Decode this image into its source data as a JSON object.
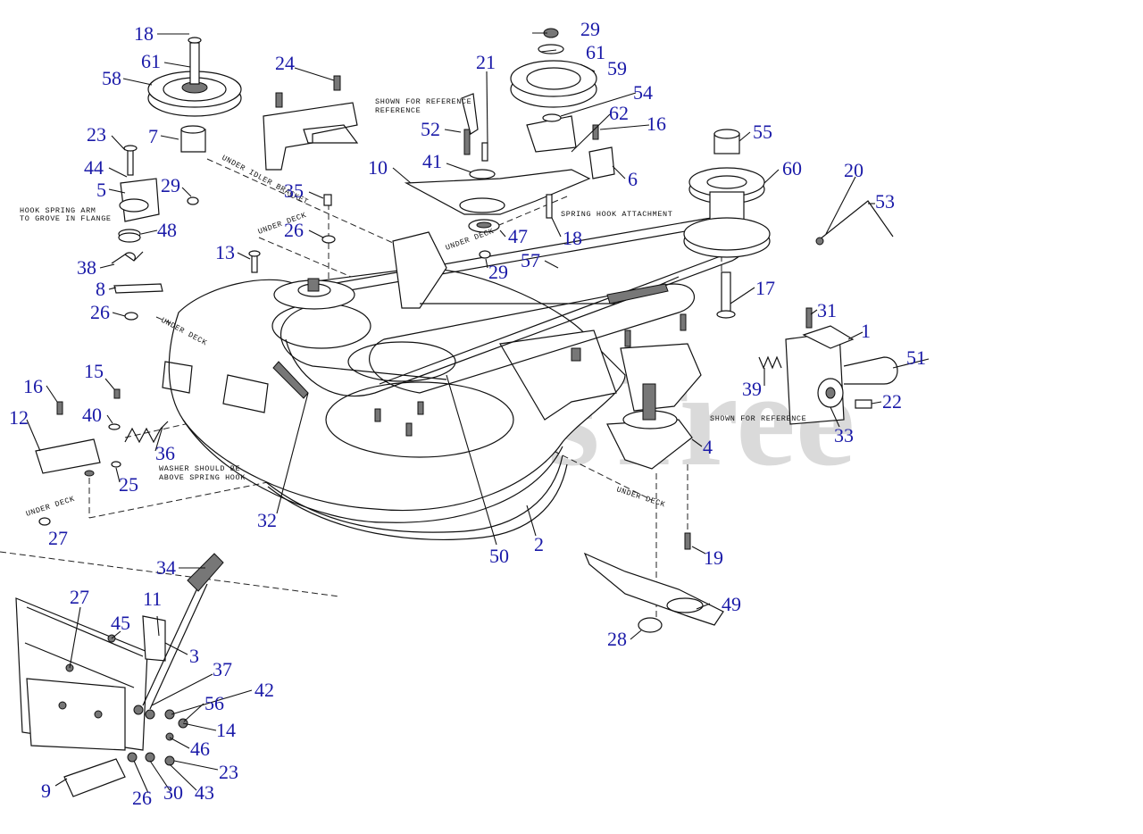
{
  "watermark": "PartsTree",
  "notes": {
    "shown_for_reference_1": "SHOWN FOR REFERENCE",
    "shown_for_reference_2": "SHOWN FOR REFERENCE",
    "spring_hook_attachment": "SPRING HOOK ATTACHMENT",
    "hook_spring_arm_line1": "HOOK SPRING ARM",
    "hook_spring_arm_line2": "TO GROVE IN FLANGE",
    "washer_line1": "WASHER SHOULD BE",
    "washer_line2": "ABOVE SPRING HOOK",
    "under_idler_bracket": "UNDER IDLER BRACKET",
    "under_deck_1": "UNDER DECK",
    "under_deck_2": "UNDER DECK",
    "under_deck_3": "UNDER DECK",
    "under_deck_4": "UNDER DECK",
    "under_deck_5": "UNDER DECK"
  },
  "callouts": {
    "c18a": "18",
    "c61a": "61",
    "c58": "58",
    "c24": "24",
    "c21": "21",
    "c29a": "29",
    "c61b": "61",
    "c59": "59",
    "c54": "54",
    "c62": "62",
    "c16a": "16",
    "c55": "55",
    "c52": "52",
    "c7": "7",
    "c23a": "23",
    "c41": "41",
    "c10": "10",
    "c60": "60",
    "c6": "6",
    "c20": "20",
    "c44": "44",
    "c5": "5",
    "c29b": "29",
    "c35": "35",
    "c53": "53",
    "c48": "48",
    "c26a": "26",
    "c47": "47",
    "c18b": "18",
    "c13": "13",
    "c57": "57",
    "c29c": "29",
    "c38": "38",
    "c8": "8",
    "c17": "17",
    "c26b": "26",
    "c31": "31",
    "c1": "1",
    "c51": "51",
    "c15": "15",
    "c16b": "16",
    "c39": "39",
    "c40": "40",
    "c22": "22",
    "c12": "12",
    "c36": "36",
    "c33": "33",
    "c4": "4",
    "c25": "25",
    "c32": "32",
    "c27a": "27",
    "c50": "50",
    "c2": "2",
    "c19": "19",
    "c34": "34",
    "c27b": "27",
    "c11": "11",
    "c45": "45",
    "c49": "49",
    "c3": "3",
    "c28": "28",
    "c37": "37",
    "c42": "42",
    "c56": "56",
    "c14": "14",
    "c46": "46",
    "c9": "9",
    "c23b": "23",
    "c26c": "26",
    "c30": "30",
    "c43": "43"
  }
}
